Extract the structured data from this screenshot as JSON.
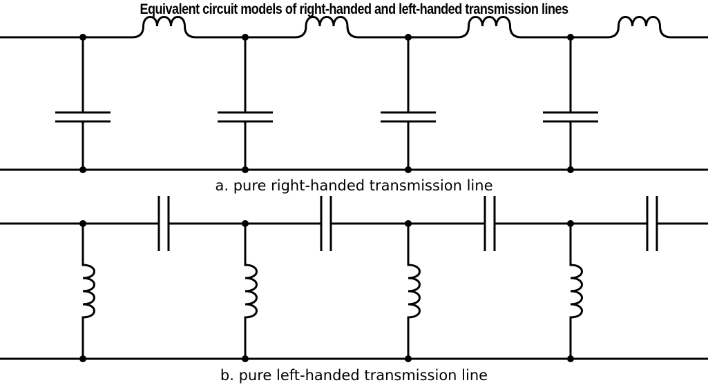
{
  "title": "Equivalent circuit models of right-handed and left-handed transmission lines",
  "circuits": [
    {
      "id": "right-handed",
      "caption": "a. pure right-handed transmission line",
      "series_element": "inductor",
      "shunt_element": "capacitor",
      "cells": 4
    },
    {
      "id": "left-handed",
      "caption": "b. pure left-handed transmission line",
      "series_element": "capacitor",
      "shunt_element": "inductor",
      "cells": 4
    }
  ],
  "colors": {
    "stroke": "#000000",
    "background": "#ffffff"
  }
}
